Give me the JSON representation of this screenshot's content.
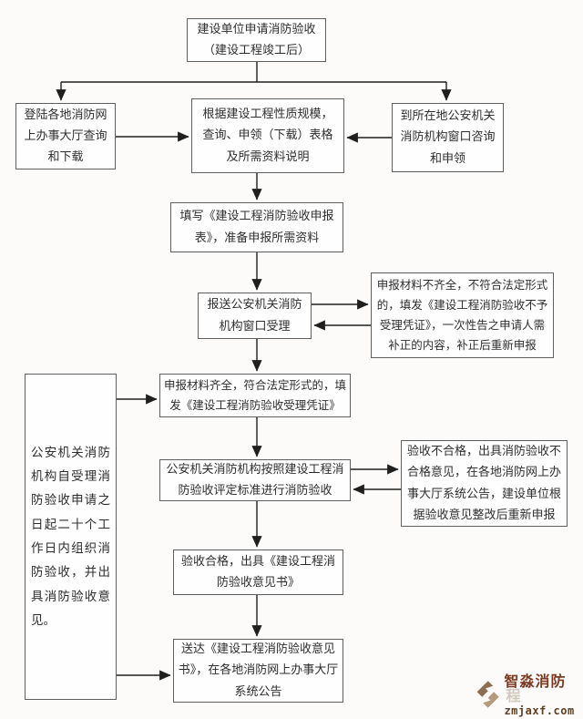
{
  "page": {
    "background": "#fcfbf9",
    "line_color": "#1f1f1f",
    "box_border_color": "#5f5f5f"
  },
  "flowchart": {
    "nodes": {
      "start": "建设单位申请消防验收\n（建设工程竣工后）",
      "login": "登陆各地消防网\n上办事大厅查询\n和下载",
      "according": "根据建设工程性质规模，\n查询、申领（下载）表格\n及所需资料说明",
      "consult": "到所在地公安机关\n消防机构窗口咨询\n和申领",
      "fill": "填写《建设工程消防验收申报\n表》，准备申报所需资料",
      "submit": "报送公安机关消防\n机构窗口受理",
      "incomplete": "申报材料不齐全，不符合法定形式\n的，填发《建设工程消防验收不予\n受理凭证》，一次性告之申请人需\n补正的内容，补正后重新申报",
      "complete": "申报材料齐全，符合法定形式的，填\n发《建设工程消防验收受理凭证》",
      "note": "公安机关消防机构自受理消防验收申请之日起二十个工作日内组织消防验收，并出具消防验收意见。",
      "inspect": "公安机关消防机构按照建设工程消\n防验收评定标准进行消防验收",
      "fail": "验收不合格，出具消防验收不\n合格意见，在各地消防网上办\n事大厅系统公告，建设单位根\n据验收意见整改后重新申报",
      "pass": "验收合格，出具《建设工程消\n防验收意见书》",
      "deliver": "送达《建设工程消防验收意见\n书》，在各地消防网上办事大厅\n系统公告"
    }
  },
  "logo": {
    "icon": "diamond-logo-icon",
    "brand": "智淼消防",
    "brand_color": "#7c3a21",
    "ghost_char": "程",
    "domain": "zmjaxf.com"
  }
}
